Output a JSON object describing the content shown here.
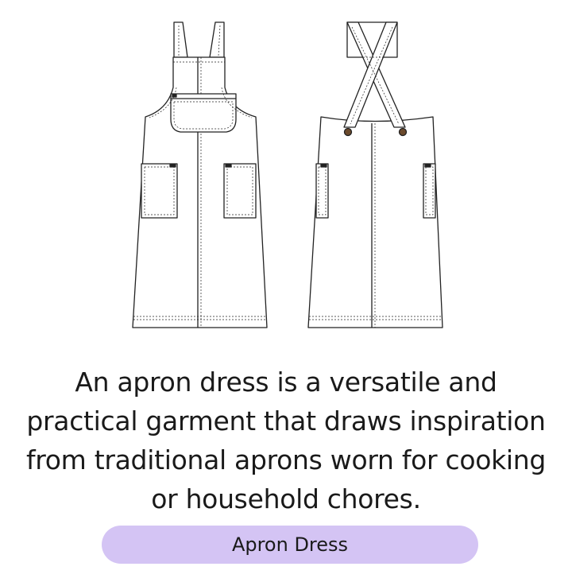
{
  "description": "An apron dress is a versatile and practical garment that draws inspiration from traditional aprons worn for cooking or household chores.",
  "label": {
    "text": "Apron Dress",
    "color": "#d4c4f4"
  },
  "illustration": {
    "views": [
      "front",
      "back"
    ],
    "line_color": "#222222",
    "button_color": "#6b4a2c"
  }
}
